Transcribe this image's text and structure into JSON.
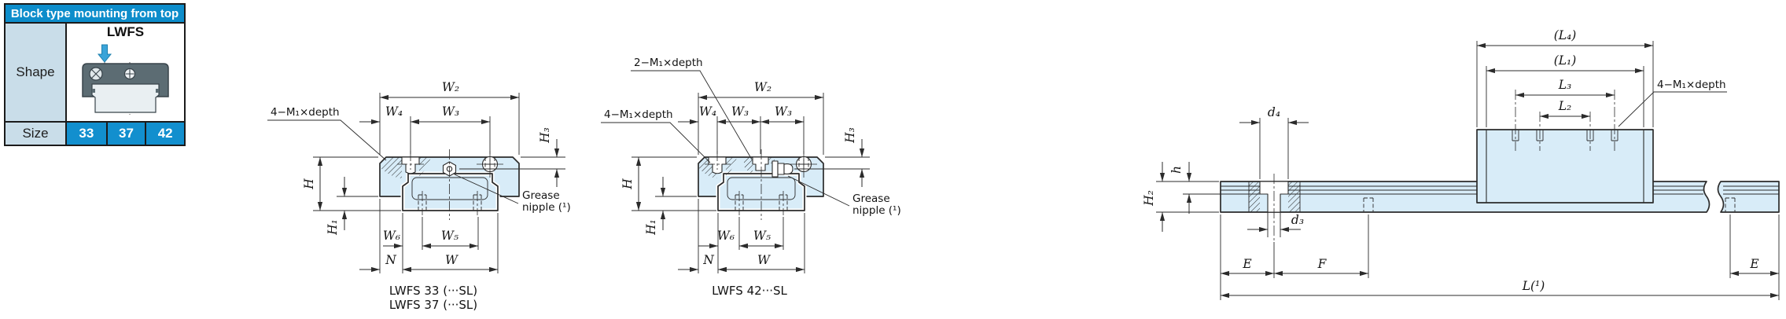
{
  "table": {
    "header": "Block type mounting from top",
    "shape_label": "Shape",
    "series": "LWFS",
    "size_label": "Size",
    "sizes": [
      "33",
      "37",
      "42"
    ]
  },
  "colors": {
    "header_blue": "#0d8dcb",
    "size_cell_blue": "#128fce",
    "label_cell_bg": "#c9dde9",
    "drawing_fill": "#d8ecf8",
    "line": "#2b2b2b",
    "arrow_blue": "#3aa4d9",
    "block_gray": "#5c6c73"
  },
  "drawing_lwfs33_37": {
    "leader_bolt": "4−M₁×depth",
    "dim_w2": "W₂",
    "dim_w4": "W₄",
    "dim_w3": "W₃",
    "dim_h": "H",
    "dim_h1": "H₁",
    "dim_h3": "H₃",
    "dim_w6": "W₆",
    "dim_w5": "W₅",
    "dim_n": "N",
    "dim_w": "W",
    "grease_line1": "Grease",
    "grease_line2": "nipple (¹)",
    "caption_line1": "LWFS 33 (···SL)",
    "caption_line2": "LWFS 37 (···SL)"
  },
  "drawing_lwfs42": {
    "leader_top_bolt": "2−M₁×depth",
    "leader_side_bolt": "4−M₁×depth",
    "dim_w2": "W₂",
    "dim_w4": "W₄",
    "dim_w3_left": "W₃",
    "dim_w3_right": "W₃",
    "dim_h": "H",
    "dim_h1": "H₁",
    "dim_h3": "H₃",
    "dim_w6": "W₆",
    "dim_w5": "W₅",
    "dim_n": "N",
    "dim_w": "W",
    "grease_line1": "Grease",
    "grease_line2": "nipple (¹)",
    "caption": "LWFS 42···SL"
  },
  "drawing_side_view": {
    "dim_l4": "(L₄)",
    "dim_l1": "(L₁)",
    "dim_l3": "L₃",
    "dim_l2": "L₂",
    "leader_bolt": "4−M₁×depth",
    "dim_d4": "d₄",
    "dim_d3": "d₃",
    "dim_h_counterbore": "h",
    "dim_h2": "H₂",
    "dim_e_left": "E",
    "dim_f": "F",
    "dim_e_right": "E",
    "dim_l_total": "L(¹)"
  }
}
